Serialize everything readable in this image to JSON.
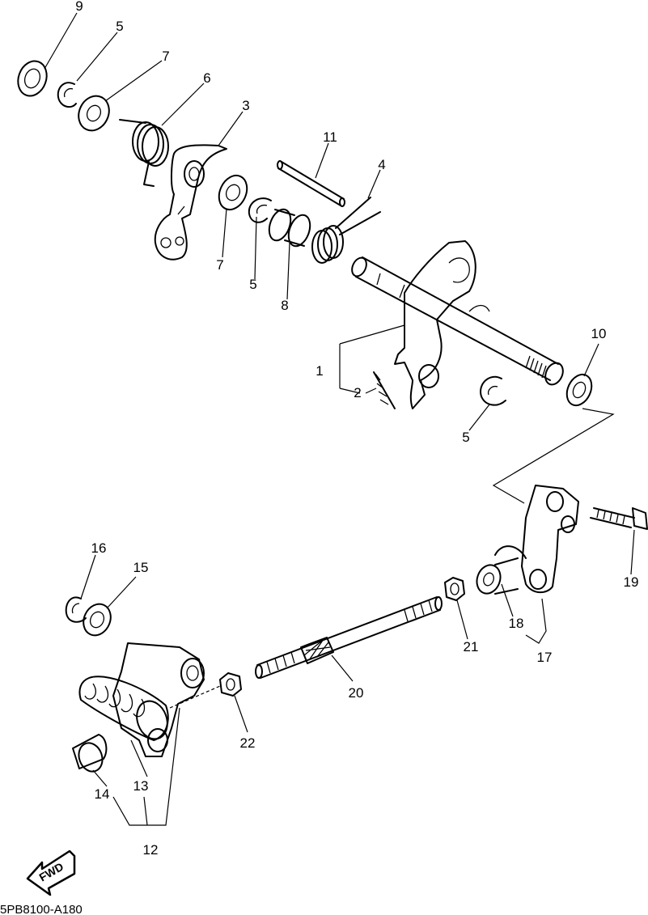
{
  "diagram": {
    "drawing_code": "5PB8100-A180",
    "direction_label": "FWD",
    "callouts": [
      {
        "id": "c9a",
        "text": "9"
      },
      {
        "id": "c5a",
        "text": "5"
      },
      {
        "id": "c7a",
        "text": "7"
      },
      {
        "id": "c6",
        "text": "6"
      },
      {
        "id": "c3",
        "text": "3"
      },
      {
        "id": "c11",
        "text": "11"
      },
      {
        "id": "c4",
        "text": "4"
      },
      {
        "id": "c7b",
        "text": "7"
      },
      {
        "id": "c5b",
        "text": "5"
      },
      {
        "id": "c8",
        "text": "8"
      },
      {
        "id": "c1",
        "text": "1"
      },
      {
        "id": "c2",
        "text": "2"
      },
      {
        "id": "c10",
        "text": "10"
      },
      {
        "id": "c5c",
        "text": "5"
      },
      {
        "id": "c16",
        "text": "16"
      },
      {
        "id": "c15",
        "text": "15"
      },
      {
        "id": "c19",
        "text": "19"
      },
      {
        "id": "c18",
        "text": "18"
      },
      {
        "id": "c21",
        "text": "21"
      },
      {
        "id": "c17",
        "text": "17"
      },
      {
        "id": "c20",
        "text": "20"
      },
      {
        "id": "c22",
        "text": "22"
      },
      {
        "id": "c13",
        "text": "13"
      },
      {
        "id": "c14",
        "text": "14"
      },
      {
        "id": "c12",
        "text": "12"
      }
    ]
  }
}
